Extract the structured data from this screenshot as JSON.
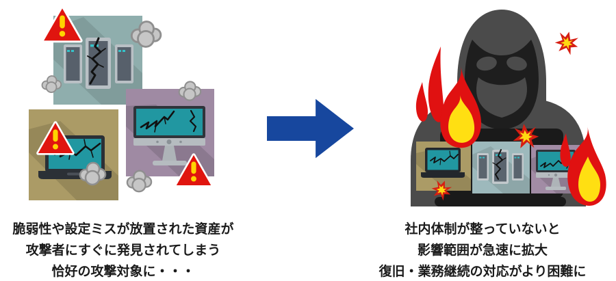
{
  "captions": {
    "left": {
      "lines": [
        "脆弱性や設定ミスが放置された資産が",
        "攻撃者にすぐに発見されてしまう",
        "恰好の攻撃対象に・・・"
      ]
    },
    "right": {
      "lines": [
        "社内体制が整っていないと",
        "影響範囲が急速に拡大",
        "復旧・業務継続の対応がより困難に"
      ]
    }
  },
  "icons": {
    "left_illustration": "vulnerable-assets-servers-laptop-monitor-with-cracks-warnings-and-smoke",
    "arrow": "right-arrow",
    "right_illustration": "hooded-attacker-behind-burning-compromised-devices"
  },
  "colors": {
    "arrow_blue": "#17479E",
    "tile_teal": "#8FAEAD",
    "tile_khaki": "#AB9B66",
    "tile_purple": "#9F8AA3",
    "mini_tile_teal": "#9DB9BC",
    "screen_teal": "#2197A1",
    "warning_red": "#E0150F",
    "warning_yellow": "#FFD400",
    "flame_red": "#E01111",
    "flame_yellow": "#FFDF12",
    "hood_gray": "#4B4B4B",
    "face_black": "#1E1E1E",
    "smoke_gray": "#C6C6C6",
    "crack_black": "#111111",
    "text_black": "#1B1B1B"
  }
}
